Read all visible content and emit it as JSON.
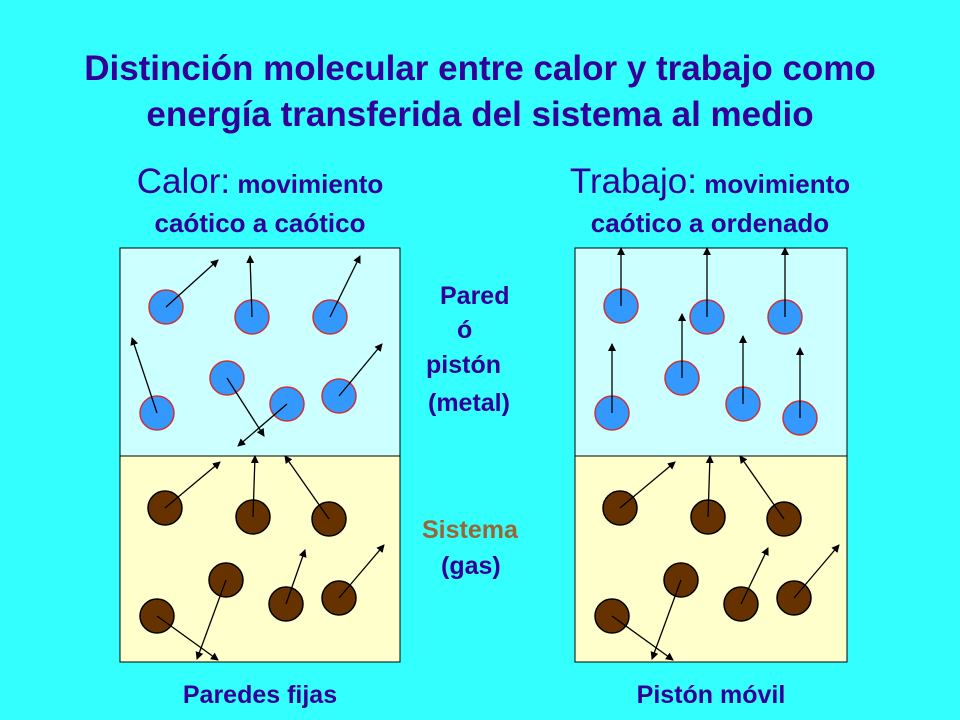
{
  "title": {
    "line1": "Distinción molecular entre calor y trabajo como",
    "line2": "energía transferida del sistema al medio"
  },
  "left_panel": {
    "heading_main": "Calor:",
    "heading_rest": " movimiento",
    "heading_line2": "caótico a caótico",
    "caption": "Paredes fijas"
  },
  "right_panel": {
    "heading_main": "Trabajo:",
    "heading_rest": " movimiento",
    "heading_line2": "caótico a ordenado",
    "caption": "Pistón móvil"
  },
  "middle_labels": {
    "pared": "Pared",
    "o": "ó",
    "piston": "pistón",
    "metal": "(metal)",
    "sistema": "Sistema",
    "gas": "(gas)"
  },
  "colors": {
    "background": "#33ffff",
    "text": "#330099",
    "sistema_text": "#996633",
    "medium_fill": "#ccffff",
    "system_fill": "#ffffcc",
    "medium_molecule": "#3399ff",
    "system_molecule": "#663300",
    "molecule_outline_medium": "#cc3333"
  }
}
